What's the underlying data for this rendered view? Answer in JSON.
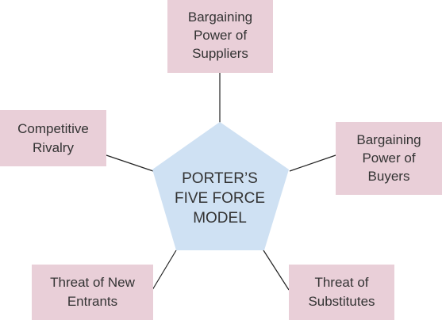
{
  "colors": {
    "box_fill": "#e9cfd8",
    "center_fill": "#cfe1f3",
    "connector": "#222222",
    "text": "#333333"
  },
  "center": {
    "lines": [
      "PORTER’S",
      "FIVE FORCE",
      "MODEL"
    ]
  },
  "forces": [
    {
      "name": "bargaining-power-of-suppliers",
      "lines": [
        "Bargaining",
        "Power of",
        "Suppliers"
      ]
    },
    {
      "name": "bargaining-power-of-buyers",
      "lines": [
        "Bargaining",
        "Power of",
        "Buyers"
      ]
    },
    {
      "name": "threat-of-substitutes",
      "lines": [
        "Threat of",
        "Substitutes"
      ]
    },
    {
      "name": "threat-of-new-entrants",
      "lines": [
        "Threat of New",
        "Entrants"
      ]
    },
    {
      "name": "competitive-rivalry",
      "lines": [
        "Competitive",
        "Rivalry"
      ]
    }
  ]
}
